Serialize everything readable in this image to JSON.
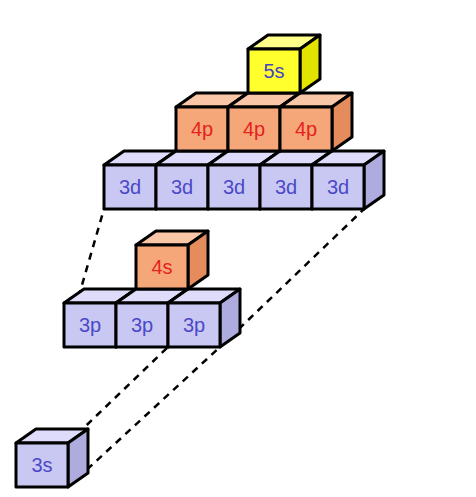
{
  "diagram": {
    "nodes": [
      {
        "text": [
          "5s"
        ]
      },
      {
        "text": [
          "4p"
        ]
      },
      {
        "text": [
          "4p"
        ]
      },
      {
        "text": [
          "4p"
        ]
      },
      {
        "text": [
          "3d"
        ]
      },
      {
        "text": [
          "3d"
        ]
      },
      {
        "text": [
          "3d"
        ]
      },
      {
        "text": [
          "3d"
        ]
      },
      {
        "text": [
          "3d"
        ]
      },
      {
        "text": [
          "4s"
        ]
      },
      {
        "text": [
          "3p"
        ]
      },
      {
        "text": [
          "3p"
        ]
      },
      {
        "text": [
          "3p"
        ]
      },
      {
        "text": [
          "3s"
        ]
      }
    ]
  }
}
